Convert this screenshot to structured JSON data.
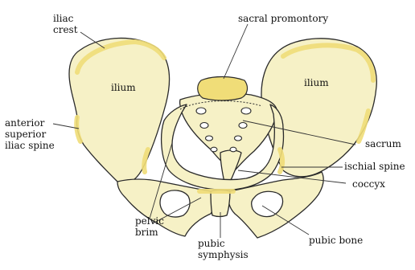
{
  "colors": {
    "bone_fill": "#f6f1c6",
    "cartilage": "#f0dd78",
    "outline": "#2a2a2a",
    "leader": "#333333",
    "label": "#111111",
    "background": "#ffffff"
  },
  "labels": {
    "iliac_crest": "iliac\ncrest",
    "sacral_promontory": "sacral promontory",
    "ilium_left": "ilium",
    "ilium_right": "ilium",
    "asis": "anterior\nsuperior\niliac spine",
    "sacrum": "sacrum",
    "ischial_spine": "ischial spine",
    "coccyx": "coccyx",
    "pelvic_brim": "pelvic\nbrim",
    "pubic_symphysis": "pubic\nsymphysis",
    "pubic_bone": "pubic bone"
  }
}
